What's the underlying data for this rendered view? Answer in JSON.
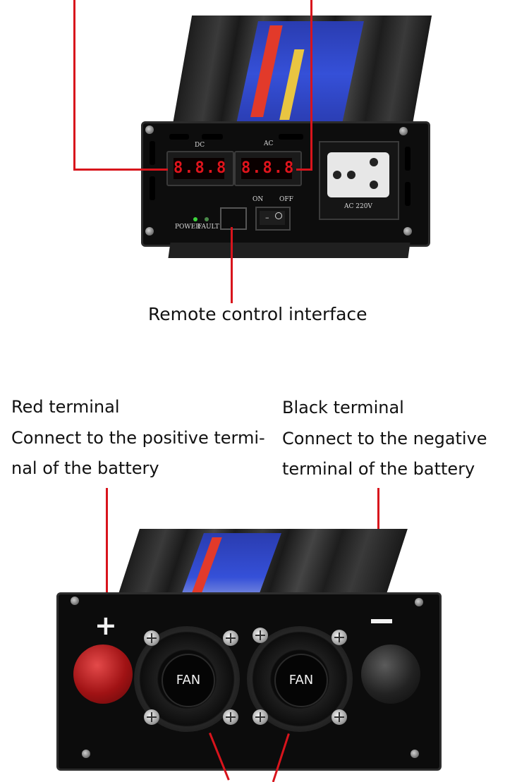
{
  "top_panel": {
    "caption": "Remote control interface",
    "dc_label": "DC",
    "ac_label": "AC",
    "dc_display": "8.8.8",
    "ac_display": "8.8.8",
    "on_label": "ON",
    "off_label": "OFF",
    "power_label": "POWER",
    "fault_label": "FAULT",
    "socket_label": "AC 220V"
  },
  "bottom_panel": {
    "red_terminal": {
      "title": "Red terminal",
      "line1": "Connect to the positive termi-",
      "line2": "nal of the battery"
    },
    "black_terminal": {
      "title": "Black terminal",
      "line1": "Connect to the negative",
      "line2": "terminal of the battery"
    },
    "fan_label_left": "FAN",
    "fan_label_right": "FAN",
    "plus_symbol": "+"
  },
  "colors": {
    "annotation_line": "#d8141c",
    "housing": "#1d1d1d",
    "label_strip": "#3550d8",
    "display_digits": "#e0141c",
    "red_knob": "#a01214",
    "black_knob": "#222222"
  }
}
